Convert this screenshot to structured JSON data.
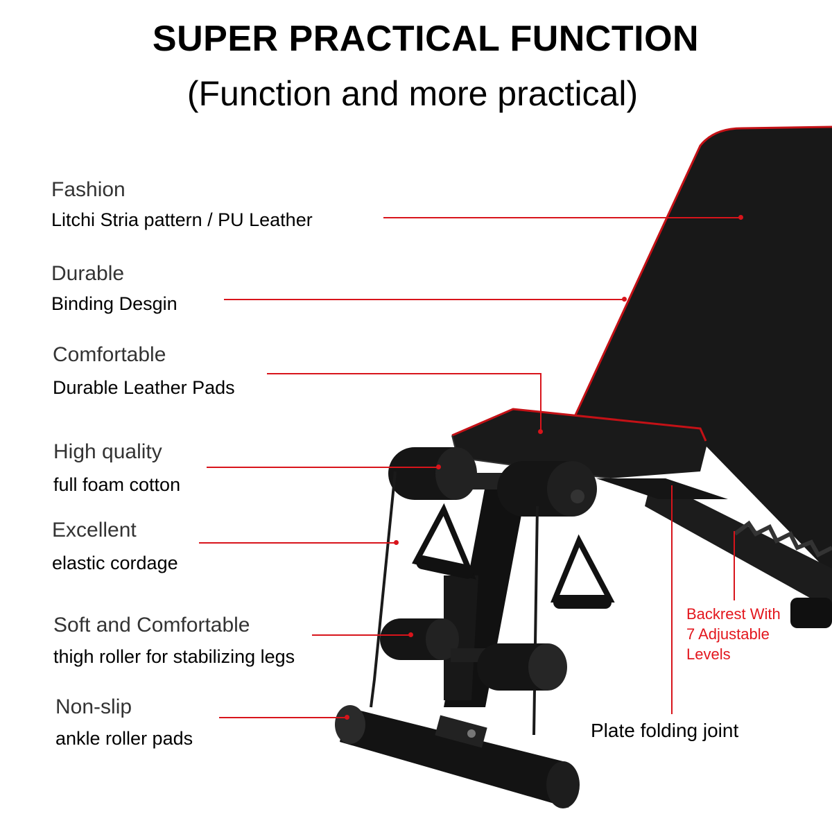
{
  "header": {
    "title": "SUPER PRACTICAL FUNCTION",
    "subtitle": "(Function and more practical)"
  },
  "features": [
    {
      "heading": "Fashion",
      "description": "Litchi Stria pattern / PU Leather"
    },
    {
      "heading": "Durable",
      "description": "Binding Desgin"
    },
    {
      "heading": "Comfortable",
      "description": "Durable Leather Pads"
    },
    {
      "heading": "High quality",
      "description": "full foam cotton"
    },
    {
      "heading": "Excellent",
      "description": "elastic cordage"
    },
    {
      "heading": "Soft and Comfortable",
      "description": "thigh roller for stabilizing legs"
    },
    {
      "heading": "Non-slip",
      "description": "ankle roller pads"
    }
  ],
  "right_labels": {
    "backrest": [
      "Backrest With",
      "7 Adjustable",
      "Levels"
    ],
    "joint": "Plate folding joint"
  },
  "colors": {
    "accent": "#d8141b",
    "text": "#000000",
    "bench": "#141414"
  }
}
